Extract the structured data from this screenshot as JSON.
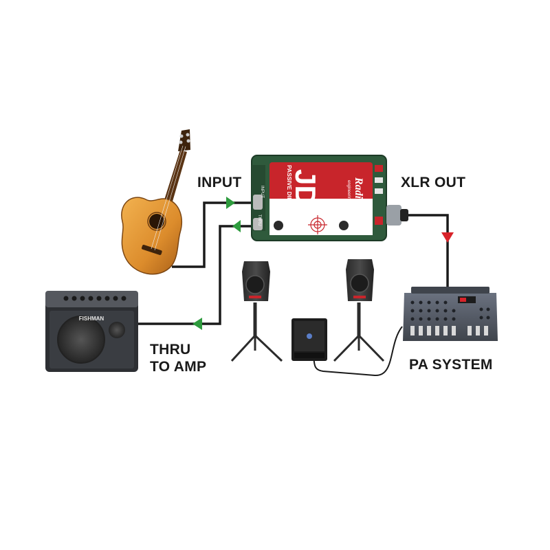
{
  "labels": {
    "input": "INPUT",
    "xlr_out": "XLR OUT",
    "thru_line1": "THRU",
    "thru_line2": "TO AMP",
    "pa_system": "PA SYSTEM"
  },
  "di_box": {
    "model": "JDI",
    "subtitle": "PASSIVE DIRECT BOX",
    "brand": "Radial",
    "brand_sub": "engineering",
    "jack_input": "INPUT",
    "jack_thru": "THRU"
  },
  "amp": {
    "brand": "FISHMAN"
  },
  "colors": {
    "cable": "#1a1a1a",
    "arrow_green": "#2e9b3e",
    "arrow_red": "#d8232a",
    "di_green": "#2f5a3c",
    "di_red": "#c8252b"
  }
}
